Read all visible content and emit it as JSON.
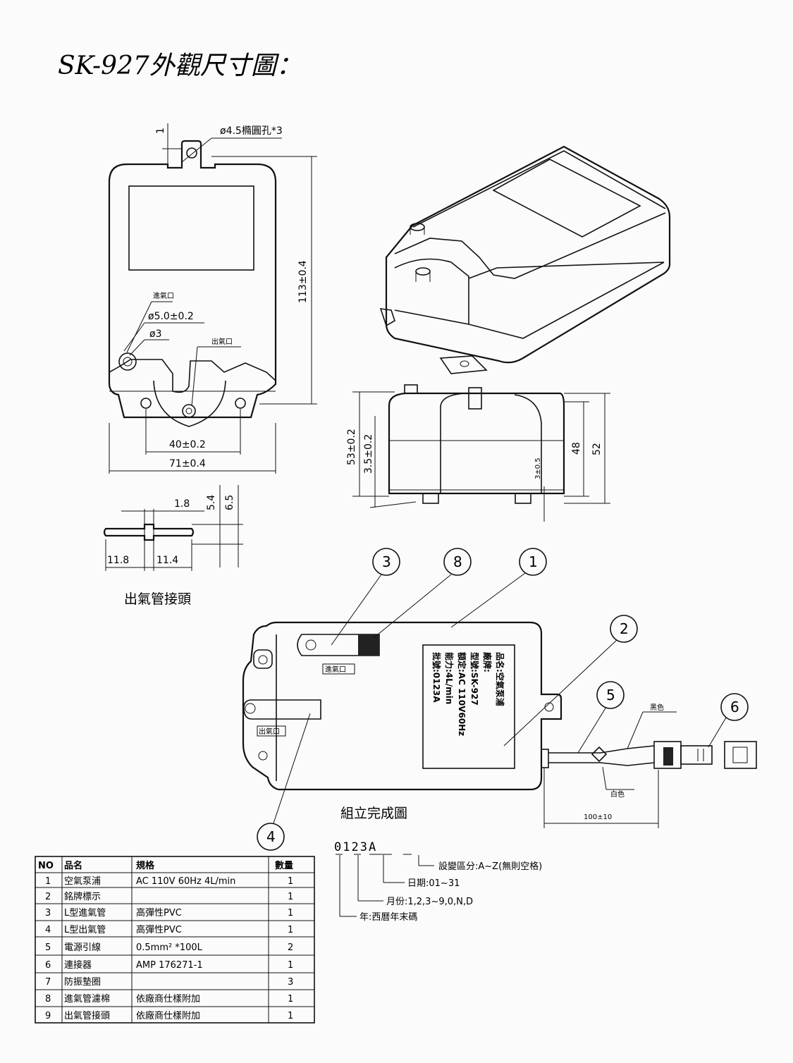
{
  "title": "SK-927外觀尺寸圖：",
  "front_view": {
    "mount_hole_label": "ø4.5橢圓孔*3",
    "top_offset": "1",
    "inlet_label": "進氣口",
    "inlet_outer_dia": "ø5.0±0.2",
    "inlet_inner_dia": "ø3",
    "outlet_label": "出氣口",
    "height": "113±0.4",
    "hole_spacing": "40±0.2",
    "width": "71±0.4"
  },
  "side_view": {
    "height_left": "53±0.2",
    "step": "3.5±0.2",
    "foot": "3±0.5",
    "height_inner": "48",
    "height_outer": "52"
  },
  "connector": {
    "dim_a": "1.8",
    "dim_b": "5.4",
    "dim_c": "6.5",
    "left_len": "11.8",
    "right_len": "11.4",
    "caption": "出氣管接頭"
  },
  "assembly": {
    "caption": "組立完成圖",
    "balloons": [
      "1",
      "2",
      "3",
      "4",
      "5",
      "6",
      "8"
    ],
    "inlet_tag": "進氣口",
    "outlet_tag": "出氣口",
    "wire_black": "黑色",
    "wire_white": "白色",
    "cable_len": "100±10",
    "nameplate": [
      "品名:空氣泵浦",
      "廠牌:",
      "型號:SK-927",
      "額定:AC 110V60Hz",
      "能力:4L/min",
      "批號:0123A"
    ]
  },
  "lot_code": {
    "digits": "0123A",
    "legend": [
      "設變區分:A~Z(無則空格)",
      "日期:01~31",
      "月份:1,2,3~9,0,N,D",
      "年:西曆年末碼"
    ]
  },
  "parts_table": {
    "headers": [
      "NO",
      "品名",
      "規格",
      "數量"
    ],
    "rows": [
      {
        "no": "1",
        "name": "空氣泵浦",
        "spec": "AC 110V 60Hz 4L/min",
        "qty": "1"
      },
      {
        "no": "2",
        "name": "銘牌標示",
        "spec": "",
        "qty": "1"
      },
      {
        "no": "3",
        "name": "L型進氣管",
        "spec": "高彈性PVC",
        "qty": "1"
      },
      {
        "no": "4",
        "name": "L型出氣管",
        "spec": "高彈性PVC",
        "qty": "1"
      },
      {
        "no": "5",
        "name": "電源引線",
        "spec": "0.5mm² *100L",
        "qty": "2"
      },
      {
        "no": "6",
        "name": "連接器",
        "spec": "AMP 176271-1",
        "qty": "1"
      },
      {
        "no": "7",
        "name": "防振墊圈",
        "spec": "",
        "qty": "3"
      },
      {
        "no": "8",
        "name": "進氣管濾棉",
        "spec": "依廠商仕樣附加",
        "qty": "1"
      },
      {
        "no": "9",
        "name": "出氣管接頭",
        "spec": "依廠商仕樣附加",
        "qty": "1"
      }
    ]
  }
}
